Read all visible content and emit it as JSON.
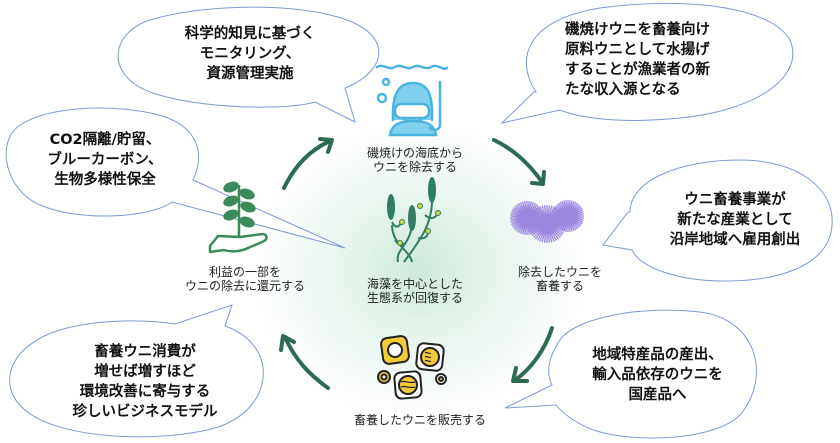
{
  "diagram": {
    "type": "cycle",
    "colors": {
      "arrow": "#2e6b52",
      "bubble_stroke": "#7b9bd6",
      "diver": "#4bb3e0",
      "plant": "#3a8a5a",
      "seaweed": "#2f7d64",
      "seaweed_bud": "#d6d24a",
      "urchin": "#9b86e0",
      "food_yellow": "#f2cb3a",
      "food_outline": "#222222",
      "center_glow": "#cfe9da"
    },
    "center": {
      "icon": "seaweed-icon",
      "lines": [
        "海藻を中心とした",
        "生態系が回復する"
      ]
    },
    "steps": [
      {
        "id": "remove",
        "icon": "diver-icon",
        "lines": [
          "磯焼けの海底から",
          "ウニを除去する"
        ]
      },
      {
        "id": "farm",
        "icon": "sea-urchin-icon",
        "lines": [
          "除去したウニを",
          "畜養する"
        ]
      },
      {
        "id": "sell",
        "icon": "sea-urchin-food-icon",
        "lines": [
          "畜養したウニを販売する"
        ]
      },
      {
        "id": "return",
        "icon": "plant-in-hand-icon",
        "lines": [
          "利益の一部を",
          "ウニの除去に還元する"
        ]
      }
    ],
    "bubbles": [
      {
        "id": "science",
        "lines": [
          "科学的知見に基づく",
          "モニタリング、",
          "資源管理実施"
        ]
      },
      {
        "id": "income",
        "lines": [
          "磯焼けウニを畜養向け",
          "原料ウニとして水揚げ",
          "することが漁業者の新",
          "たな収入源となる"
        ]
      },
      {
        "id": "carbon",
        "lines": [
          "CO2隔離/貯留、",
          "ブルーカーボン、",
          "生物多様性保全"
        ]
      },
      {
        "id": "employment",
        "lines": [
          "ウニ畜養事業が",
          "新たな産業として",
          "沿岸地域へ雇用創出"
        ]
      },
      {
        "id": "business",
        "lines": [
          "畜養ウニ消費が",
          "増せば増すほど",
          "環境改善に寄与する",
          "珍しいビジネスモデル"
        ]
      },
      {
        "id": "domestic",
        "lines": [
          "地域特産品の産出、",
          "輸入品依存のウニを",
          "国産品へ"
        ]
      }
    ]
  }
}
